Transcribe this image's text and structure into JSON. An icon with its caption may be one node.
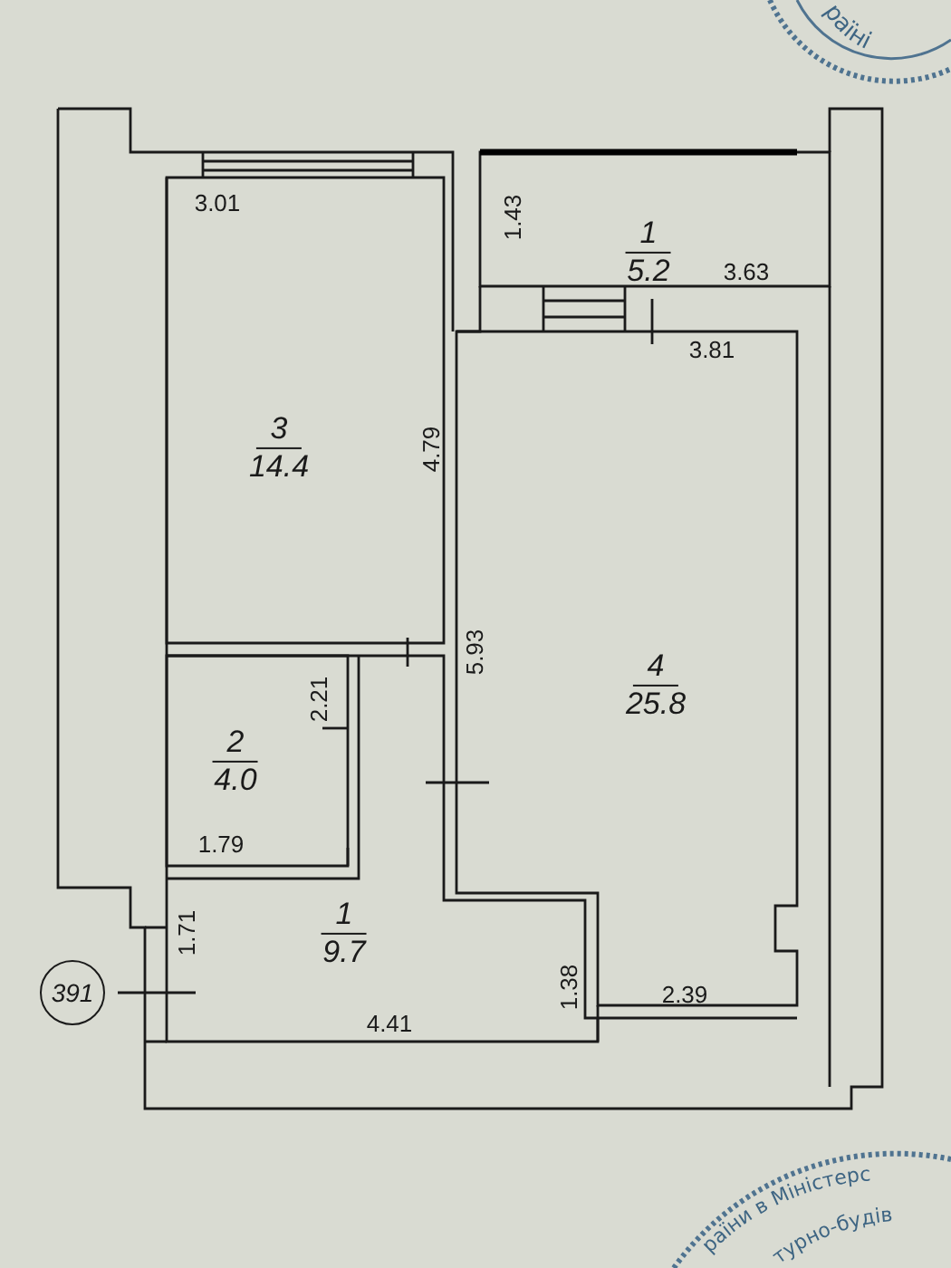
{
  "diagram": {
    "nodes": [
      {
        "text": [
          "1",
          "5.2"
        ]
      },
      {
        "text": [
          "3",
          "14.4"
        ]
      },
      {
        "text": [
          "4",
          "25.8"
        ]
      },
      {
        "text": [
          "2",
          "4.0"
        ]
      },
      {
        "text": [
          "1",
          "9.7"
        ]
      },
      {
        "text": [
          "391"
        ]
      }
    ],
    "edges": [],
    "labels": [
      "3.01",
      "1.43",
      "3.63",
      "3.81",
      "4.79",
      "5.93",
      "2.21",
      "1.79",
      "1.71",
      "1.38",
      "2.39",
      "4.41",
      "раїні",
      "раїни в Міністерс",
      "турно-будів"
    ]
  }
}
